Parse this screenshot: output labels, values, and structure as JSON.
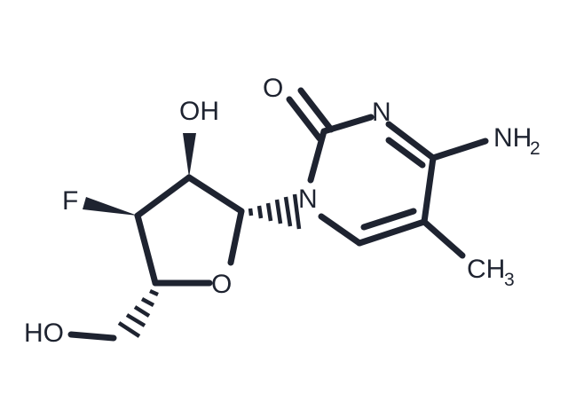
{
  "atoms": {
    "o_carbonyl": "O",
    "n3": "N",
    "n1": "N",
    "nh2": "NH",
    "nh2_sub": "2",
    "ch3": "CH",
    "ch3_sub": "3",
    "oh": "OH",
    "f": "F",
    "o_ring": "O",
    "ho": "HO"
  },
  "colors": {
    "ink": "#1e2330",
    "background": "#ffffff"
  }
}
